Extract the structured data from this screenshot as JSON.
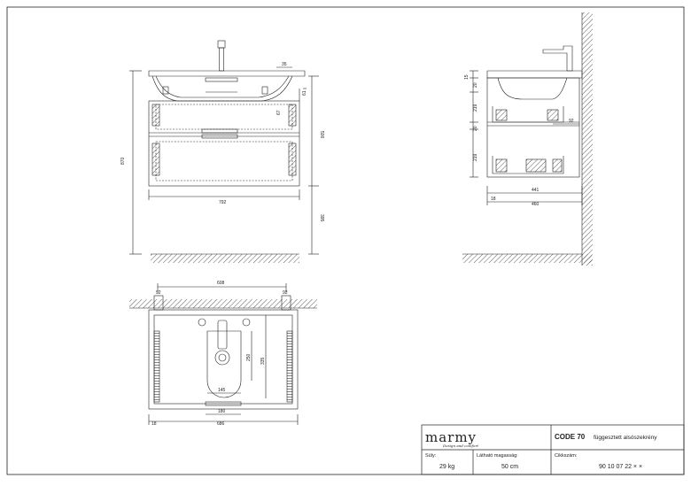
{
  "front_view": {
    "height_total": "870",
    "width_total": "792",
    "height_cabinet": "500",
    "height_floor": "395",
    "dim_top_right": "35",
    "dim_side_a": "61",
    "dim_side_b": "67"
  },
  "side_view": {
    "dim_top": "15",
    "dim_basin": "20",
    "dim_drawer_upper": "219",
    "dim_gap": "20",
    "dim_drawer_lower": "219",
    "dim_inner": "92",
    "dim_depth_inner": "441",
    "dim_depth_total": "460",
    "dim_back": "18"
  },
  "top_view": {
    "width_mount": "608",
    "dim_left": "92",
    "dim_right": "92",
    "dim_bowl_depth": "250",
    "dim_bowl_depth_total": "335",
    "dim_bowl_width": "145",
    "dim_handle": "180",
    "width_total": "686",
    "dim_edge": "18"
  },
  "title_block": {
    "brand": "marmy",
    "brand_tagline": "Design and comfort",
    "product_name": "CODE 70",
    "product_desc": "függesztett alsószekrény",
    "weight_label": "Súly:",
    "weight_value": "29 kg",
    "visible_height_label": "Látható magasság:",
    "visible_height_value": "50 cm",
    "item_no_label": "Cikkszám:",
    "item_no_value": "90 10 07 22 × ×"
  }
}
